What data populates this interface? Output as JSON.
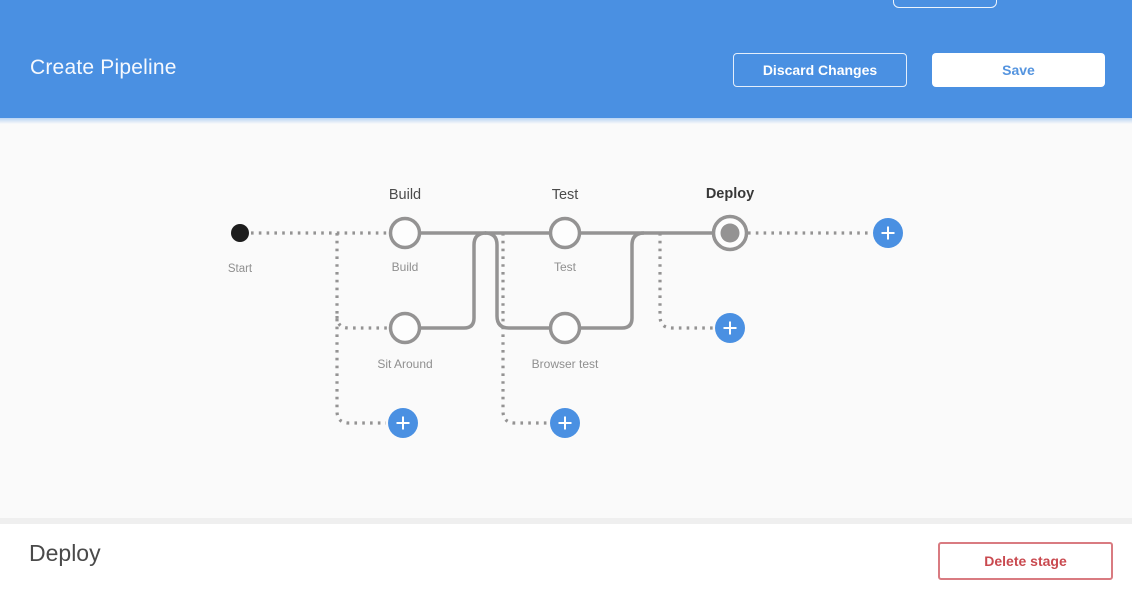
{
  "header": {
    "title": "Create Pipeline",
    "discard_label": "Discard Changes",
    "save_label": "Save",
    "bg_color": "#4a90e2"
  },
  "icons": {
    "add": "+"
  },
  "pipeline": {
    "start_label": "Start",
    "stages": [
      {
        "name": "Build",
        "selected": false,
        "branches": [
          "Build",
          "Sit Around"
        ]
      },
      {
        "name": "Test",
        "selected": false,
        "branches": [
          "Test",
          "Browser test"
        ]
      },
      {
        "name": "Deploy",
        "selected": true,
        "branches": []
      }
    ],
    "colors": {
      "line": "#949393",
      "accent": "#4a90e2",
      "node_fill": "#fdfdfd",
      "selected_node_fill": "#949393",
      "start_node": "#1d1d1d"
    }
  },
  "detail": {
    "title": "Deploy",
    "delete_label": "Delete stage",
    "danger_color": "#c9494f"
  }
}
